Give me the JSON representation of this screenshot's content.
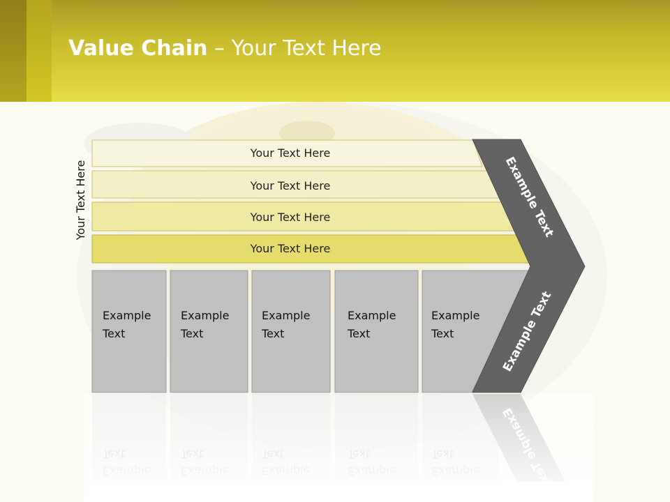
{
  "title": {
    "bold": "Value Chain",
    "rest": " – Your Text Here"
  },
  "side_label": "Your Text Here",
  "bars": [
    {
      "label": "Your Text Here"
    },
    {
      "label": "Your Text Here"
    },
    {
      "label": "Your Text Here"
    },
    {
      "label": "Your Text Here"
    }
  ],
  "boxes": [
    {
      "line1": "Example",
      "line2": "Text"
    },
    {
      "line1": "Example",
      "line2": "Text"
    },
    {
      "line1": "Example",
      "line2": "Text"
    },
    {
      "line1": "Example",
      "line2": "Text"
    },
    {
      "line1": "Example",
      "line2": "Text"
    }
  ],
  "chevron": {
    "upper": "Example Text",
    "lower": "Example Text"
  },
  "colors": {
    "header": "#d4c93a",
    "bar1": "#f7f6dc",
    "bar2": "#f3f0c7",
    "bar3": "#efe9a3",
    "bar4": "#e6dc6c",
    "box": "#c0c0c0",
    "chevron": "#636363"
  }
}
